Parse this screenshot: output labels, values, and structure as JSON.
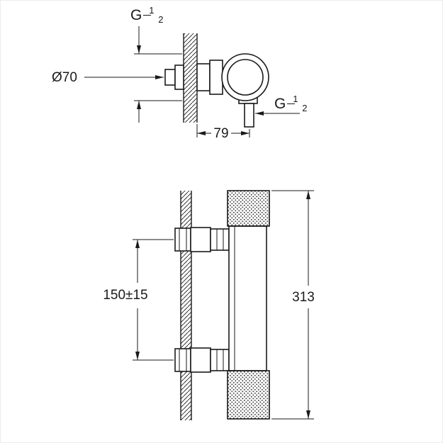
{
  "drawing": {
    "background": "#ffffff",
    "line_color": "#1a1a1a",
    "side_view": {
      "thread_top": {
        "base": "G",
        "num": "1",
        "den": "2"
      },
      "diameter_label": "Ø70",
      "thread_outlet": {
        "base": "G",
        "num": "1",
        "den": "2"
      },
      "depth_label": "79"
    },
    "front_view": {
      "spacing_label": "150±15",
      "height_label": "313"
    }
  }
}
